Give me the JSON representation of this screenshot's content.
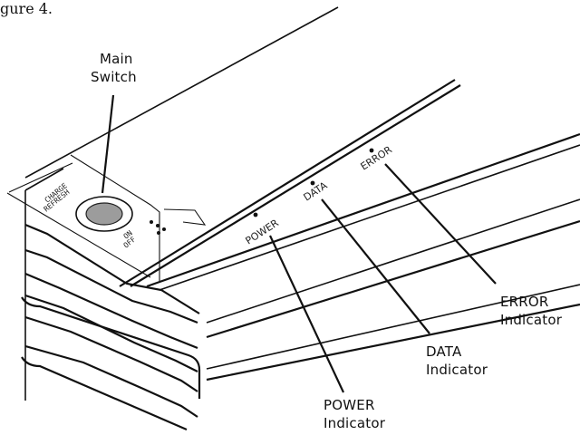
{
  "caption": "gure 4.",
  "callouts": {
    "main_switch": [
      "Main",
      "Switch"
    ],
    "error_indicator": [
      "ERROR",
      "Indicator"
    ],
    "data_indicator": [
      "DATA",
      "Indicator"
    ],
    "power_indicator": [
      "POWER",
      "Indicator"
    ]
  },
  "device_labels": {
    "charge_refresh": [
      "CHARGE",
      "REFRESH"
    ],
    "on_off": [
      "ON",
      "OFF"
    ],
    "power": "POWER",
    "data": "DATA",
    "error": "ERROR"
  }
}
